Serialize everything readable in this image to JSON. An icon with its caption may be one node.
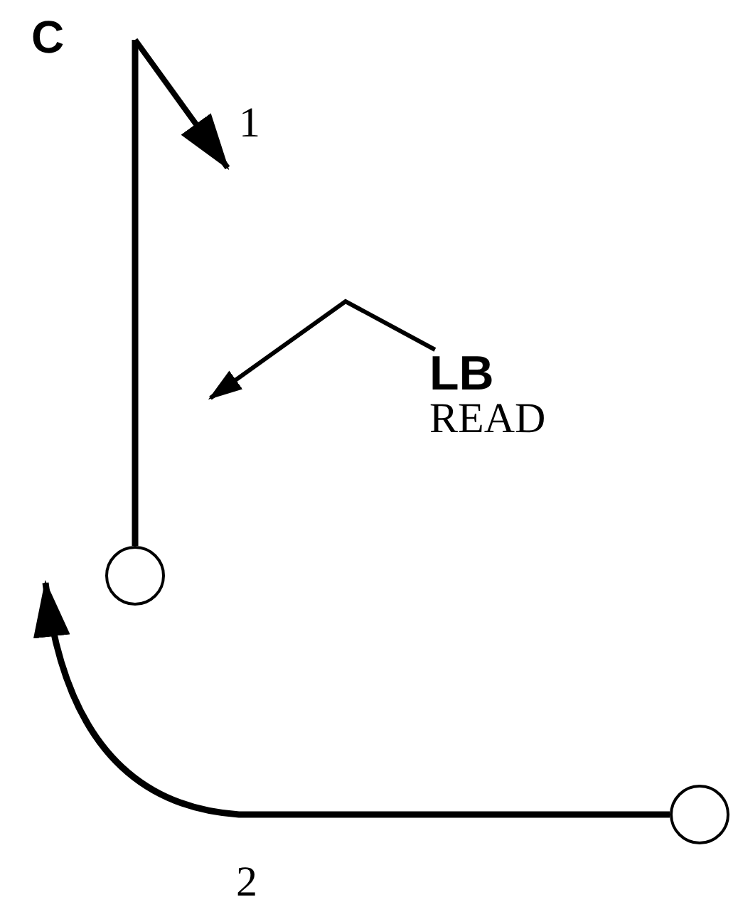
{
  "diagram": {
    "nodes": [
      {
        "text": [
          "C"
        ]
      },
      {
        "text": [],
        "shape": "circle"
      },
      {
        "text": [],
        "shape": "circle"
      },
      {
        "text": [
          "LB",
          "READ"
        ]
      }
    ],
    "edges": [
      {
        "from": null,
        "to": 1,
        "arrow": "none"
      },
      {
        "from": 2,
        "to": null,
        "arrow": "to"
      },
      {
        "from": 3,
        "to": null,
        "arrow": "to"
      }
    ],
    "labels": [
      "1",
      "2"
    ]
  }
}
